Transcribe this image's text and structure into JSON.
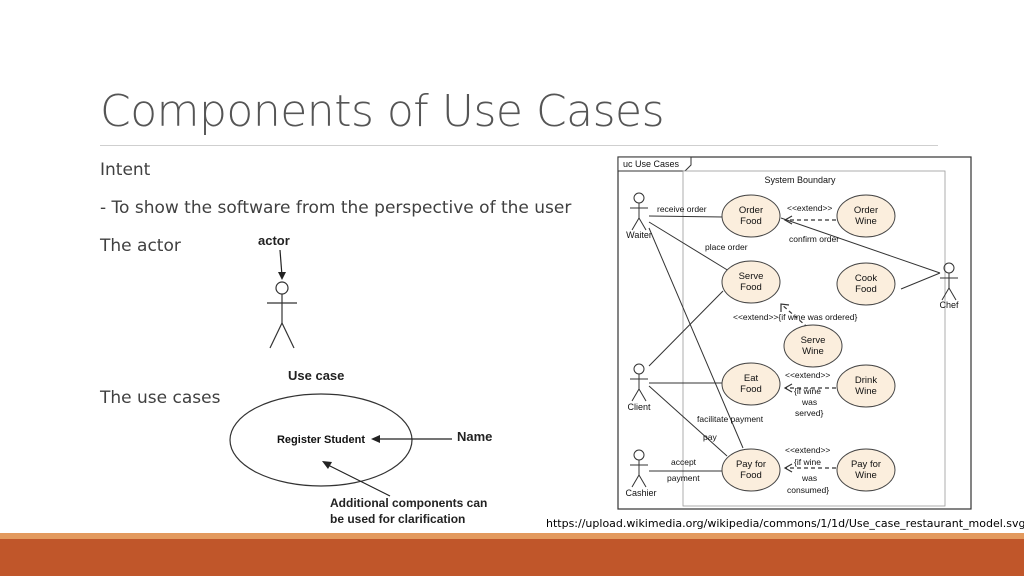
{
  "slide": {
    "title": "Components of Use Cases",
    "bullets": [
      "Intent",
      "- To show the software from the perspective of the user",
      "The actor",
      "The use cases"
    ],
    "source_url": "https://upload.wikimedia.org/wikipedia/commons/1/1d/Use_case_restaurant_model.svg"
  },
  "left_figure": {
    "actor_label": "actor",
    "usecase_label": "Use case",
    "usecase_name": "Register Student",
    "name_label": "Name",
    "note_line1": "Additional components can",
    "note_line2": "be used for clarification"
  },
  "uc_diagram": {
    "frame_tab": "uc Use Cases",
    "boundary": "System Boundary",
    "actors": [
      "Waiter",
      "Chef",
      "Client",
      "Cashier"
    ],
    "use_cases": {
      "order_food": [
        "Order",
        "Food"
      ],
      "order_wine": [
        "Order",
        "Wine"
      ],
      "serve_food": [
        "Serve",
        "Food"
      ],
      "cook_food": [
        "Cook",
        "Food"
      ],
      "serve_wine": [
        "Serve",
        "Wine"
      ],
      "eat_food": [
        "Eat",
        "Food"
      ],
      "drink_wine": [
        "Drink",
        "Wine"
      ],
      "pay_food": [
        "Pay for",
        "Food"
      ],
      "pay_wine": [
        "Pay for",
        "Wine"
      ]
    },
    "labels": {
      "receive_order": "receive order",
      "extend1": "<<extend>>",
      "place_order": "place order",
      "confirm_order": "confirm order",
      "extend_wine_ordered": "<<extend>>{if wine was ordered}",
      "extend2": "<<extend>>",
      "if_wine_served": [
        "{if wine",
        "was",
        "served}"
      ],
      "facilitate_payment": "facilitate payment",
      "pay": "pay",
      "accept": "accept",
      "payment": "payment",
      "extend3": "<<extend>>",
      "if_wine_consumed": [
        "{if wine",
        "was",
        "consumed}"
      ]
    }
  }
}
